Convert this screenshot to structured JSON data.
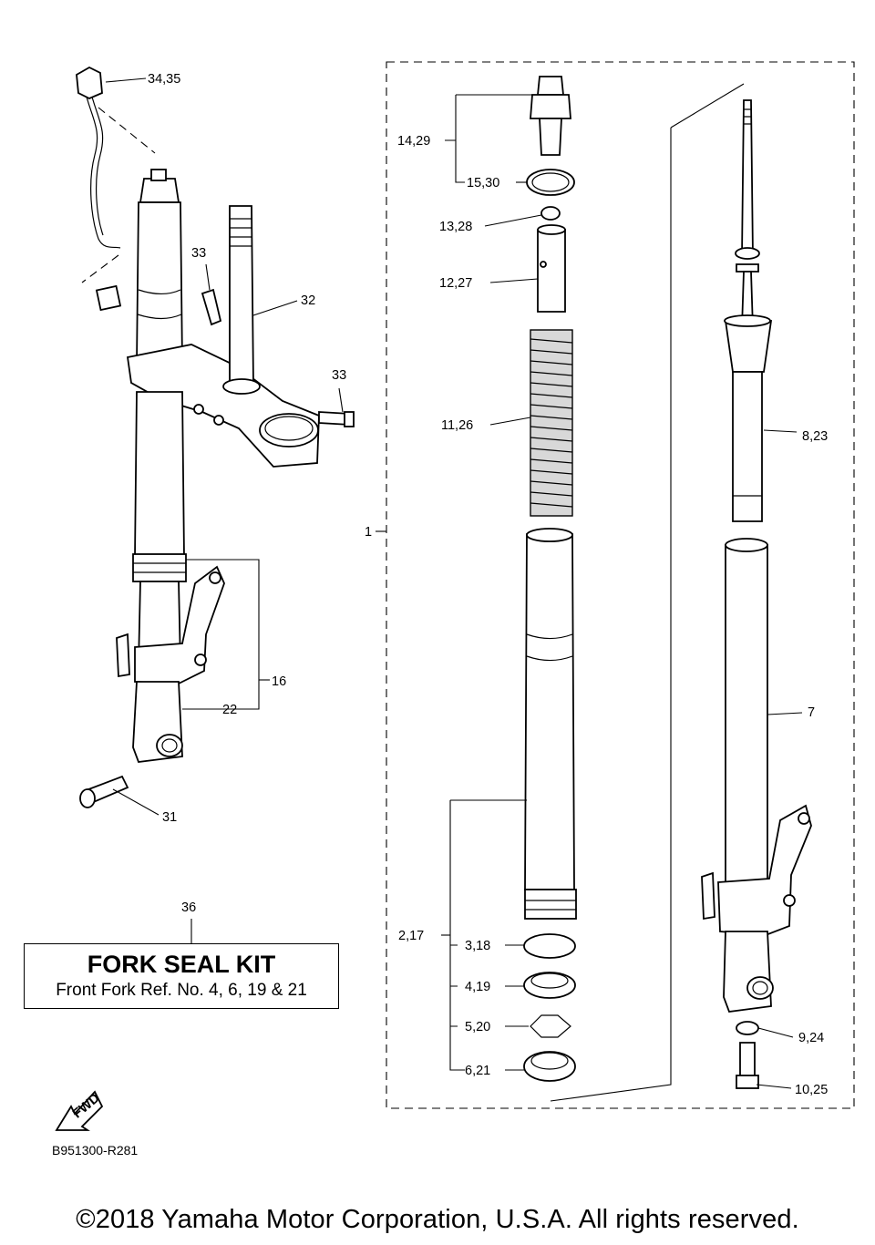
{
  "callouts": {
    "c34_35": "34,35",
    "c33a": "33",
    "c32": "32",
    "c33b": "33",
    "c16": "16",
    "c22": "22",
    "c31": "31",
    "c36": "36",
    "c1": "1",
    "c14_29": "14,29",
    "c15_30": "15,30",
    "c13_28": "13,28",
    "c12_27": "12,27",
    "c11_26": "11,26",
    "c8_23": "8,23",
    "c7": "7",
    "c2_17": "2,17",
    "c3_18": "3,18",
    "c4_19": "4,19",
    "c5_20": "5,20",
    "c6_21": "6,21",
    "c9_24": "9,24",
    "c10_25": "10,25"
  },
  "kit": {
    "title": "FORK SEAL KIT",
    "subtitle": "Front Fork Ref. No. 4, 6, 19 & 21"
  },
  "fwd_label": "FWD",
  "diagram_code": "B951300-R281",
  "copyright": "©2018 Yamaha Motor Corporation, U.S.A. All rights reserved."
}
